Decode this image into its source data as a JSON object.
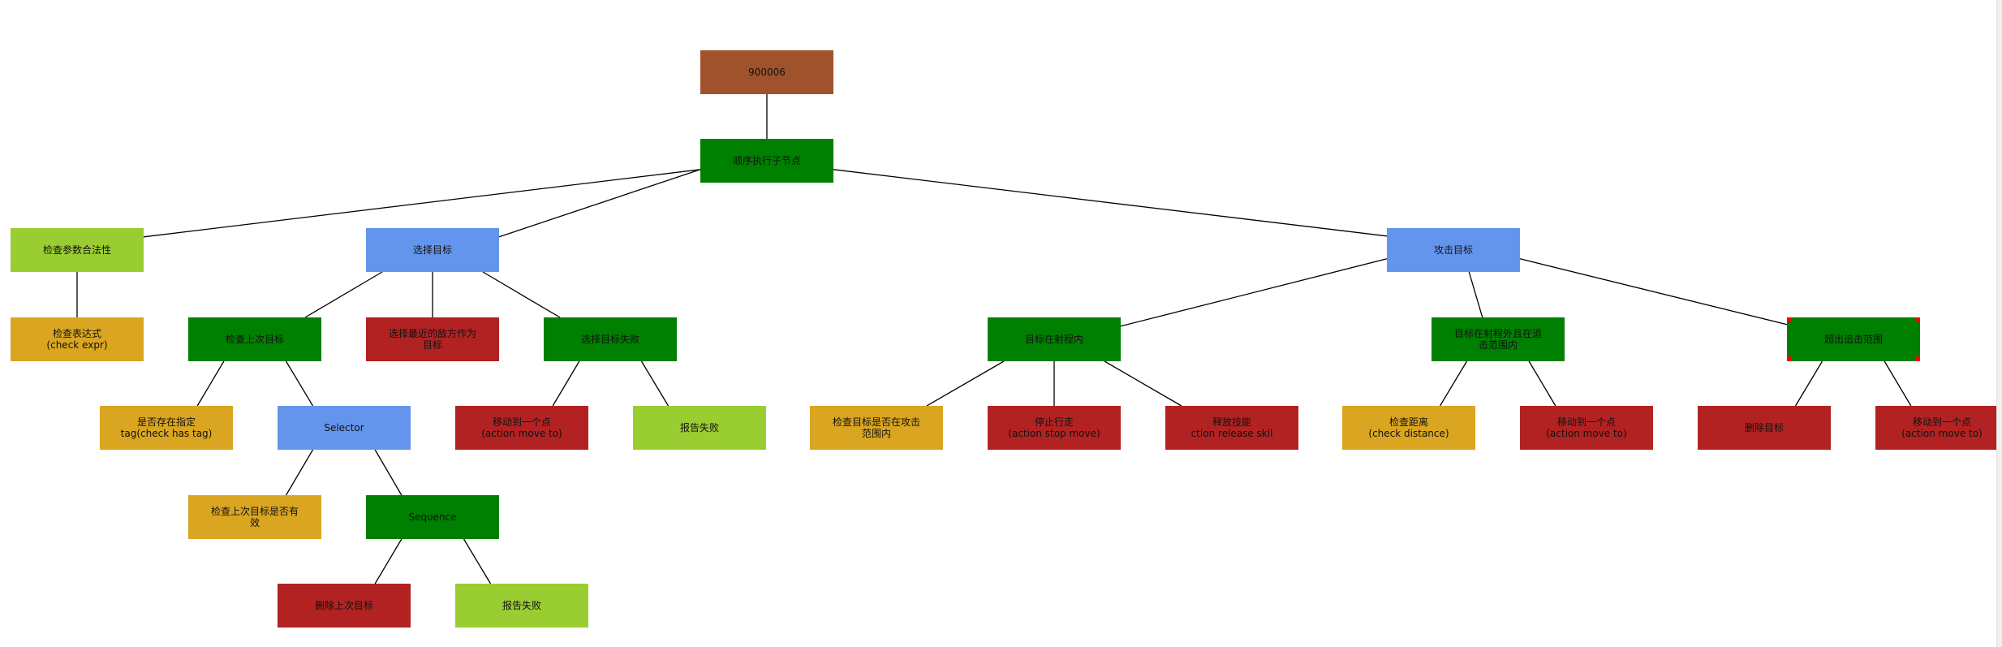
{
  "colors": {
    "root": "#A0522D",
    "sequence": "#008000",
    "selector": "#6495ED",
    "condition": "#DAA520",
    "action": "#B22222",
    "report": "#9ACD32",
    "edge": "#000000",
    "selection_marker": "#ff0000"
  },
  "nodes": [
    {
      "id": "root",
      "type": "root",
      "label": "900006"
    },
    {
      "id": "seq-main",
      "type": "sequence",
      "label": "顺序执行子节点"
    },
    {
      "id": "check-param",
      "type": "report",
      "label": "检查参数合法性"
    },
    {
      "id": "check-expr",
      "type": "condition",
      "label": "检查表达式\n(check expr)"
    },
    {
      "id": "select-target",
      "type": "selector",
      "label": "选择目标"
    },
    {
      "id": "check-last-target",
      "type": "sequence",
      "label": "检查上次目标"
    },
    {
      "id": "has-tag",
      "type": "condition",
      "label": "是否存在指定\ntag(check has tag)"
    },
    {
      "id": "selector-sub",
      "type": "selector",
      "label": "Selector"
    },
    {
      "id": "check-last-valid",
      "type": "condition",
      "label": "检查上次目标是否有\n效"
    },
    {
      "id": "sequence-sub",
      "type": "sequence",
      "label": "Sequence"
    },
    {
      "id": "delete-last-target",
      "type": "action",
      "label": "删除上次目标"
    },
    {
      "id": "report-fail-1",
      "type": "report",
      "label": "报告失败"
    },
    {
      "id": "select-nearest",
      "type": "action",
      "label": "选择最近的敌方作为\n目标"
    },
    {
      "id": "select-fail",
      "type": "sequence",
      "label": "选择目标失败"
    },
    {
      "id": "move-to-1",
      "type": "action",
      "label": "移动到一个点\n(action move to)"
    },
    {
      "id": "report-fail-2",
      "type": "report",
      "label": "报告失败"
    },
    {
      "id": "attack-target",
      "type": "selector",
      "label": "攻击目标"
    },
    {
      "id": "in-range",
      "type": "sequence",
      "label": "目标在射程内"
    },
    {
      "id": "check-in-range",
      "type": "condition",
      "label": "检查目标是否在攻击\n范围内"
    },
    {
      "id": "stop-move",
      "type": "action",
      "label": "停止行走\n(action stop move)"
    },
    {
      "id": "release-skill",
      "type": "action",
      "label": "释放技能\nction release skil"
    },
    {
      "id": "out-range-in-chase",
      "type": "sequence",
      "label": "目标在射程外且在追\n击范围内"
    },
    {
      "id": "check-distance",
      "type": "condition",
      "label": "检查距离\n(check distance)"
    },
    {
      "id": "move-to-2",
      "type": "action",
      "label": "移动到一个点\n(action move to)"
    },
    {
      "id": "out-chase",
      "type": "sequence",
      "label": "超出追击范围"
    },
    {
      "id": "delete-target",
      "type": "action",
      "label": "删除目标"
    },
    {
      "id": "move-to-3",
      "type": "action",
      "label": "移动到一个点\n(action move to)"
    }
  ],
  "edges": [
    [
      "root",
      "seq-main"
    ],
    [
      "seq-main",
      "check-param"
    ],
    [
      "seq-main",
      "select-target"
    ],
    [
      "seq-main",
      "attack-target"
    ],
    [
      "check-param",
      "check-expr"
    ],
    [
      "select-target",
      "check-last-target"
    ],
    [
      "select-target",
      "select-nearest"
    ],
    [
      "select-target",
      "select-fail"
    ],
    [
      "check-last-target",
      "has-tag"
    ],
    [
      "check-last-target",
      "selector-sub"
    ],
    [
      "selector-sub",
      "check-last-valid"
    ],
    [
      "selector-sub",
      "sequence-sub"
    ],
    [
      "sequence-sub",
      "delete-last-target"
    ],
    [
      "sequence-sub",
      "report-fail-1"
    ],
    [
      "select-fail",
      "move-to-1"
    ],
    [
      "select-fail",
      "report-fail-2"
    ],
    [
      "attack-target",
      "in-range"
    ],
    [
      "attack-target",
      "out-range-in-chase"
    ],
    [
      "attack-target",
      "out-chase"
    ],
    [
      "in-range",
      "check-in-range"
    ],
    [
      "in-range",
      "stop-move"
    ],
    [
      "in-range",
      "release-skill"
    ],
    [
      "out-range-in-chase",
      "check-distance"
    ],
    [
      "out-range-in-chase",
      "move-to-2"
    ],
    [
      "out-chase",
      "delete-target"
    ],
    [
      "out-chase",
      "move-to-3"
    ]
  ],
  "selected_node": "out-chase"
}
